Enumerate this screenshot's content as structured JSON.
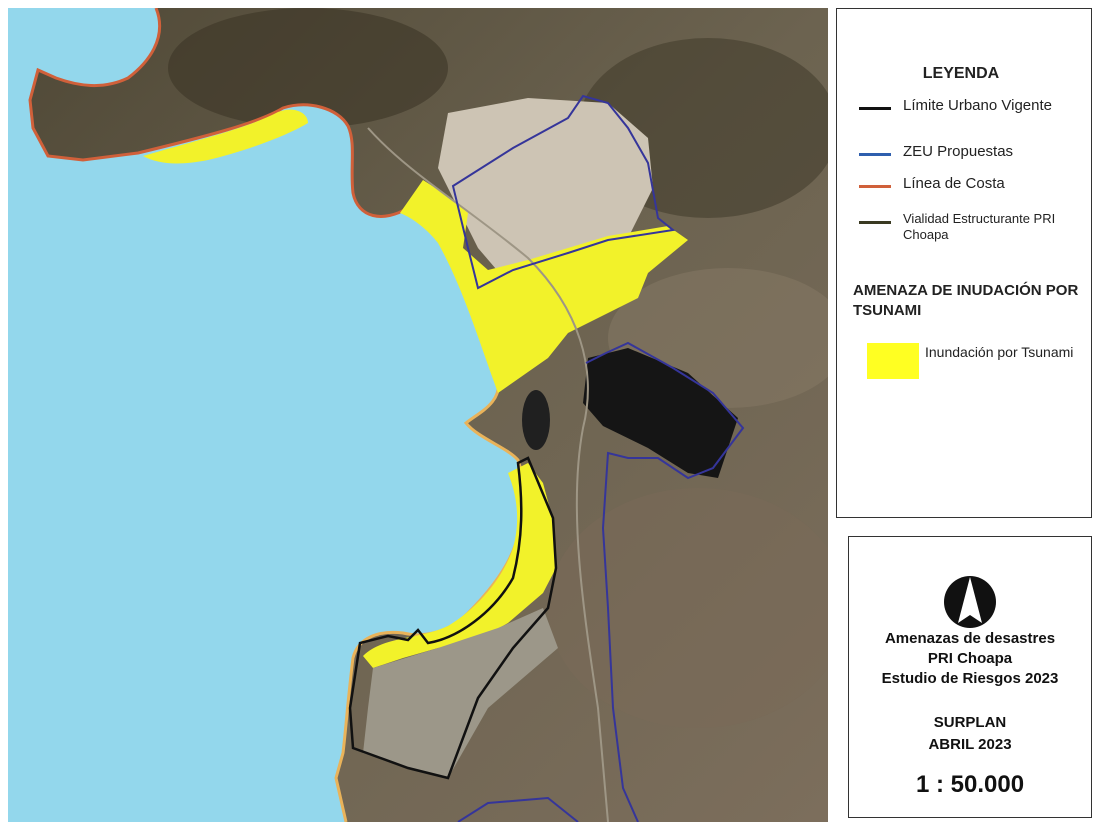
{
  "legend": {
    "title": "LEYENDA",
    "items": [
      {
        "label": "Límite Urbano Vigente",
        "color": "#111111"
      },
      {
        "label": "ZEU Propuestas",
        "color": "#2f5fae"
      },
      {
        "label": "Línea de Costa",
        "color": "#d0603a"
      },
      {
        "label": "Vialidad Estructurante PRI Choapa",
        "color": "#3a3a22"
      }
    ],
    "hazard_title": "AMENAZA DE INUDACIÓN POR TSUNAMI",
    "hazard_item": {
      "label": "Inundación por Tsunami",
      "color": "#ffff22"
    }
  },
  "titlebox": {
    "north_icon": "north-arrow-icon",
    "line1": "Amenazas de desastres",
    "line2": "PRI Choapa",
    "line3": "Estudio de Riesgos 2023",
    "org": "SURPLAN",
    "date": "ABRIL 2023",
    "scale": "1 : 50.000"
  },
  "colors": {
    "sea": "#93d7ec",
    "tsunami": "#f2f22a",
    "urban_limit": "#111111",
    "zeu": "#35359a",
    "coast": "#d0603a"
  }
}
